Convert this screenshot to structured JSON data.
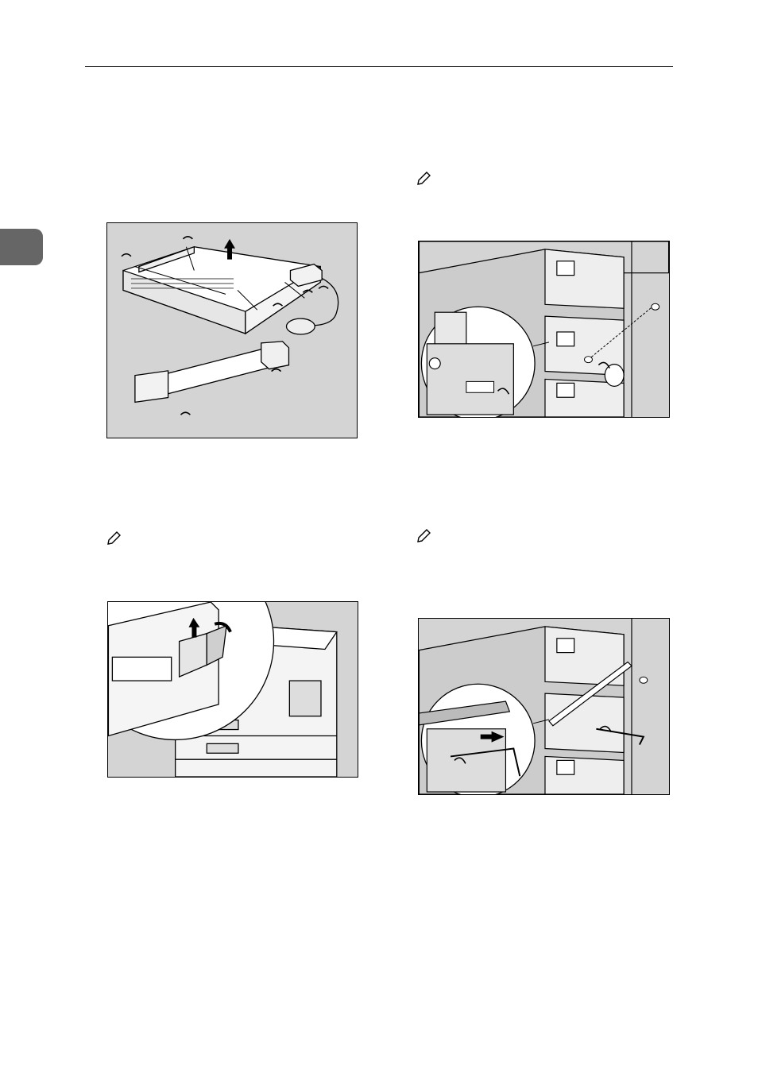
{
  "page": {
    "header_rule": true,
    "side_tab": {
      "color": "#666666"
    },
    "figures": [
      {
        "name": "unpacked-unit-and-fusing-component",
        "background": "#d4d4d4"
      },
      {
        "name": "printer-top-cover-opening",
        "background": "#d4d4d4"
      },
      {
        "name": "removing-rear-screws",
        "background": "#d4d4d4"
      },
      {
        "name": "detaching-rear-rail",
        "background": "#d4d4d4"
      }
    ],
    "note_icons": [
      "pencil-icon",
      "pencil-icon",
      "pencil-icon",
      "pencil-icon"
    ]
  }
}
